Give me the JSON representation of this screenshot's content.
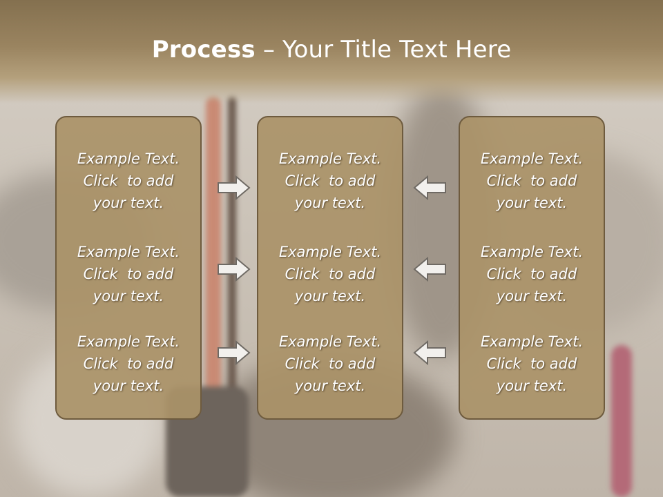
{
  "title": {
    "bold": "Process",
    "rest": " – Your Title Text Here"
  },
  "columns": [
    {
      "items": [
        {
          "line1": "Example Text.",
          "line2": "Click  to add",
          "line3": "your text."
        },
        {
          "line1": "Example Text.",
          "line2": "Click  to add",
          "line3": "your text."
        },
        {
          "line1": "Example Text.",
          "line2": "Click  to add",
          "line3": "your text."
        }
      ]
    },
    {
      "items": [
        {
          "line1": "Example Text.",
          "line2": "Click  to add",
          "line3": "your text."
        },
        {
          "line1": "Example Text.",
          "line2": "Click  to add",
          "line3": "your text."
        },
        {
          "line1": "Example Text.",
          "line2": "Click  to add",
          "line3": "your text."
        }
      ]
    },
    {
      "items": [
        {
          "line1": "Example Text.",
          "line2": "Click  to add",
          "line3": "your text."
        },
        {
          "line1": "Example Text.",
          "line2": "Click  to add",
          "line3": "your text."
        },
        {
          "line1": "Example Text.",
          "line2": "Click  to add",
          "line3": "your text."
        }
      ]
    }
  ],
  "icons": {
    "left_arrows": "arrow-right-icon",
    "right_arrows": "arrow-left-icon"
  },
  "colors": {
    "header": "#8c7754",
    "box": "#aa9268",
    "box_border": "#6e5b3e",
    "text": "#ffffff"
  }
}
